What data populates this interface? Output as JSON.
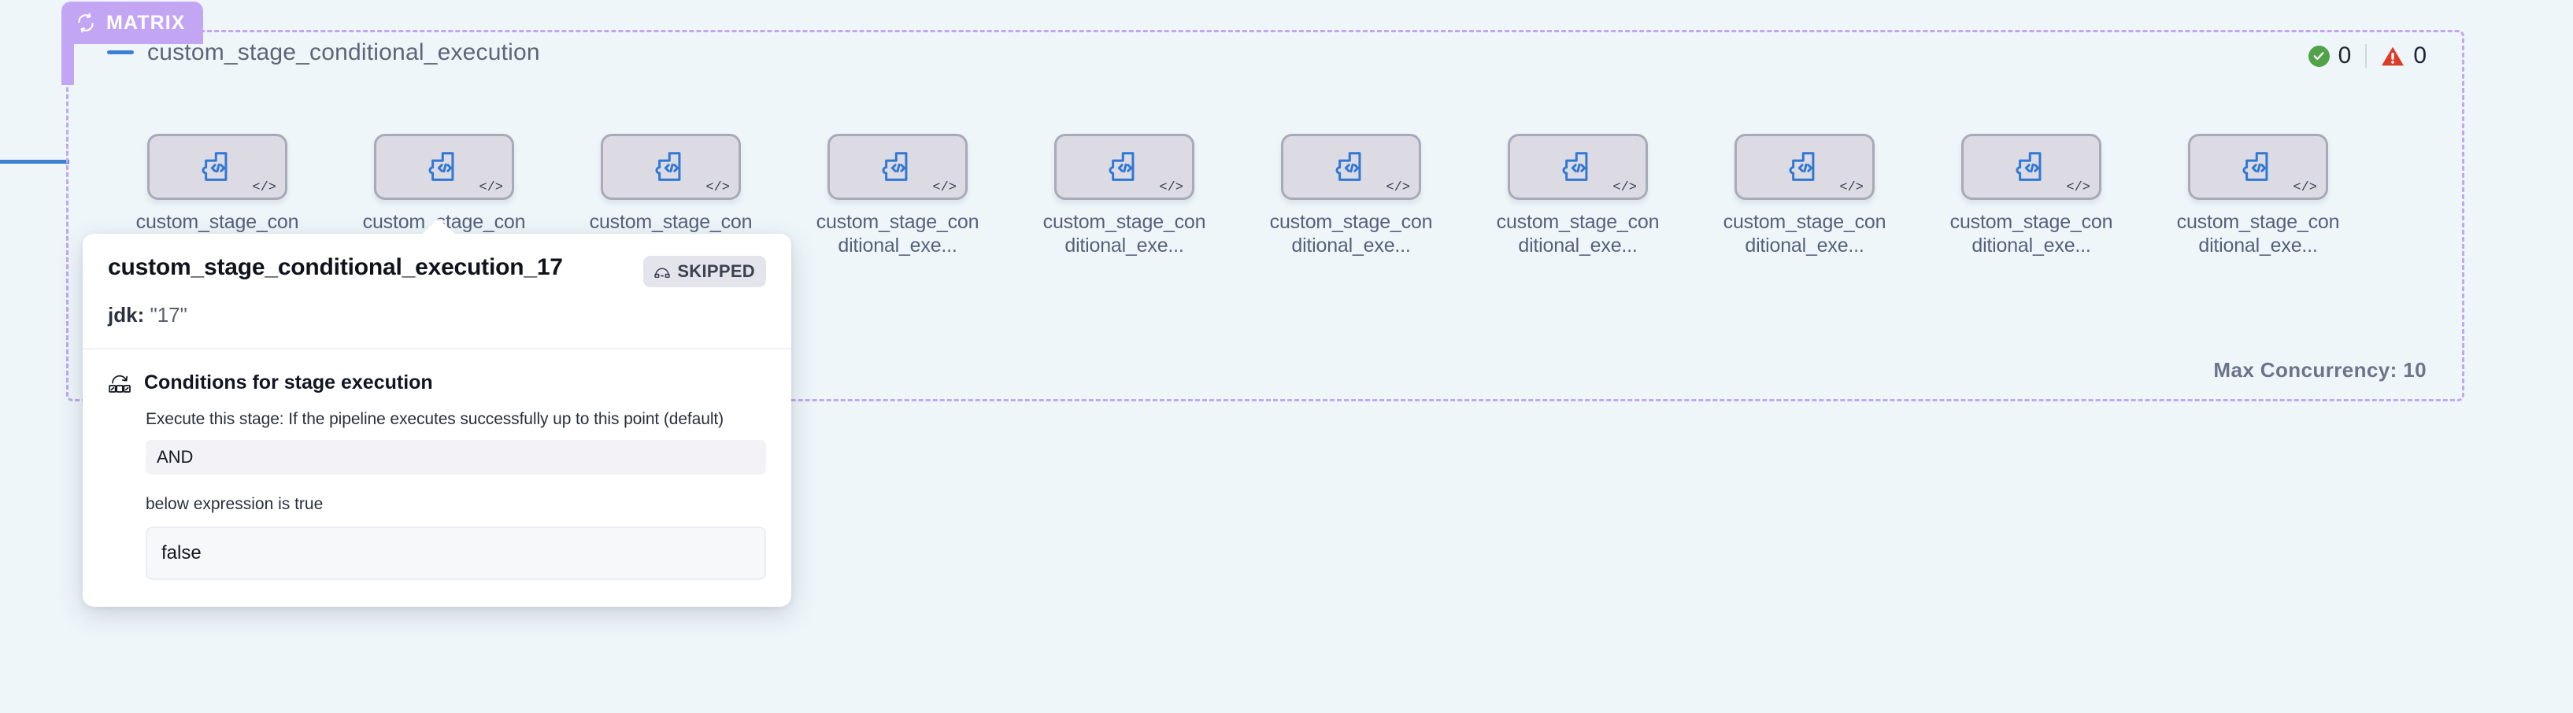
{
  "canvas": {
    "background_color": "#eff6fa",
    "edge_color": "#3d7fd1"
  },
  "matrix_group": {
    "badge_label": "MATRIX",
    "badge_icon": "loop-icon",
    "badge_color": "#c3a6f3",
    "border_color": "#c3a6f3",
    "title": "custom_stage_conditional_execution",
    "collapse_icon": "minus-icon",
    "max_concurrency_label": "Max Concurrency: 10",
    "status": {
      "success_icon": "check-circle-icon",
      "success_count": "0",
      "success_color": "#52a14b",
      "warning_icon": "warning-triangle-icon",
      "warning_count": "0",
      "warning_color": "#dc3b27"
    },
    "nodes": [
      {
        "label": "custom_stage_conditional_exe...",
        "icon": "custom-stage-plugin-icon",
        "corner_icon": "code-brackets-icon"
      },
      {
        "label": "custom_stage_conditional_exe...",
        "icon": "custom-stage-plugin-icon",
        "corner_icon": "code-brackets-icon"
      },
      {
        "label": "custom_stage_conditional_exe...",
        "icon": "custom-stage-plugin-icon",
        "corner_icon": "code-brackets-icon"
      },
      {
        "label": "custom_stage_conditional_exe...",
        "icon": "custom-stage-plugin-icon",
        "corner_icon": "code-brackets-icon"
      },
      {
        "label": "custom_stage_conditional_exe...",
        "icon": "custom-stage-plugin-icon",
        "corner_icon": "code-brackets-icon"
      },
      {
        "label": "custom_stage_conditional_exe...",
        "icon": "custom-stage-plugin-icon",
        "corner_icon": "code-brackets-icon"
      },
      {
        "label": "custom_stage_conditional_exe...",
        "icon": "custom-stage-plugin-icon",
        "corner_icon": "code-brackets-icon"
      },
      {
        "label": "custom_stage_conditional_exe...",
        "icon": "custom-stage-plugin-icon",
        "corner_icon": "code-brackets-icon"
      },
      {
        "label": "custom_stage_conditional_exe...",
        "icon": "custom-stage-plugin-icon",
        "corner_icon": "code-brackets-icon"
      },
      {
        "label": "custom_stage_conditional_exe...",
        "icon": "custom-stage-plugin-icon",
        "corner_icon": "code-brackets-icon"
      }
    ]
  },
  "popover": {
    "title": "custom_stage_conditional_execution_17",
    "status_badge": {
      "label": "SKIPPED",
      "icon": "skipped-icon",
      "background_color": "#e4e5ec"
    },
    "matrix_key": "jdk:",
    "matrix_value": "\"17\"",
    "conditions": {
      "icon": "conditional-execution-icon",
      "heading": "Conditions for stage execution",
      "description": "Execute this stage: If the pipeline executes successfully up to this point (default)",
      "operator_value": "AND",
      "expression_label": "below expression is true",
      "expression_value": "false"
    }
  }
}
